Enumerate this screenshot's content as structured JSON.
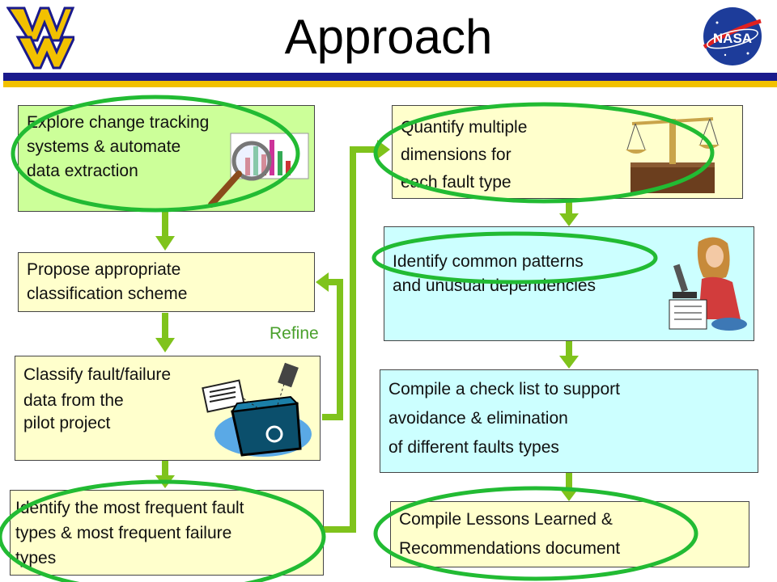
{
  "header": {
    "title": "Approach"
  },
  "boxes": {
    "explore": {
      "lines": [
        "Explore change tracking",
        "systems & automate",
        "data extraction"
      ]
    },
    "propose": {
      "lines": [
        "Propose appropriate",
        "classification scheme"
      ]
    },
    "classify": {
      "lines": [
        "Classify fault/failure",
        "data from the",
        "pilot project"
      ]
    },
    "identify_frequent": {
      "lines": [
        "Identify the most frequent fault",
        "types & most frequent failure",
        "types"
      ]
    },
    "quantify": {
      "lines": [
        "Quantify multiple",
        "dimensions for",
        "each fault type"
      ]
    },
    "patterns": {
      "lines": [
        "Identify common patterns",
        "and unusual dependencies"
      ]
    },
    "checklist": {
      "lines": [
        "Compile a check list to support",
        "avoidance & elimination",
        "of different faults types"
      ]
    },
    "lessons": {
      "lines": [
        "Compile Lessons Learned &",
        "Recommendations document"
      ]
    }
  },
  "refine_label": "Refine",
  "logos": {
    "left": "wv-logo-icon",
    "right": "nasa-logo-icon",
    "nasa_text": "NASA"
  },
  "colors": {
    "arrow": "#7fc31c",
    "ellipse": "#22bb33",
    "header_blue": "#1a1a8c",
    "header_gold": "#f2c100"
  }
}
